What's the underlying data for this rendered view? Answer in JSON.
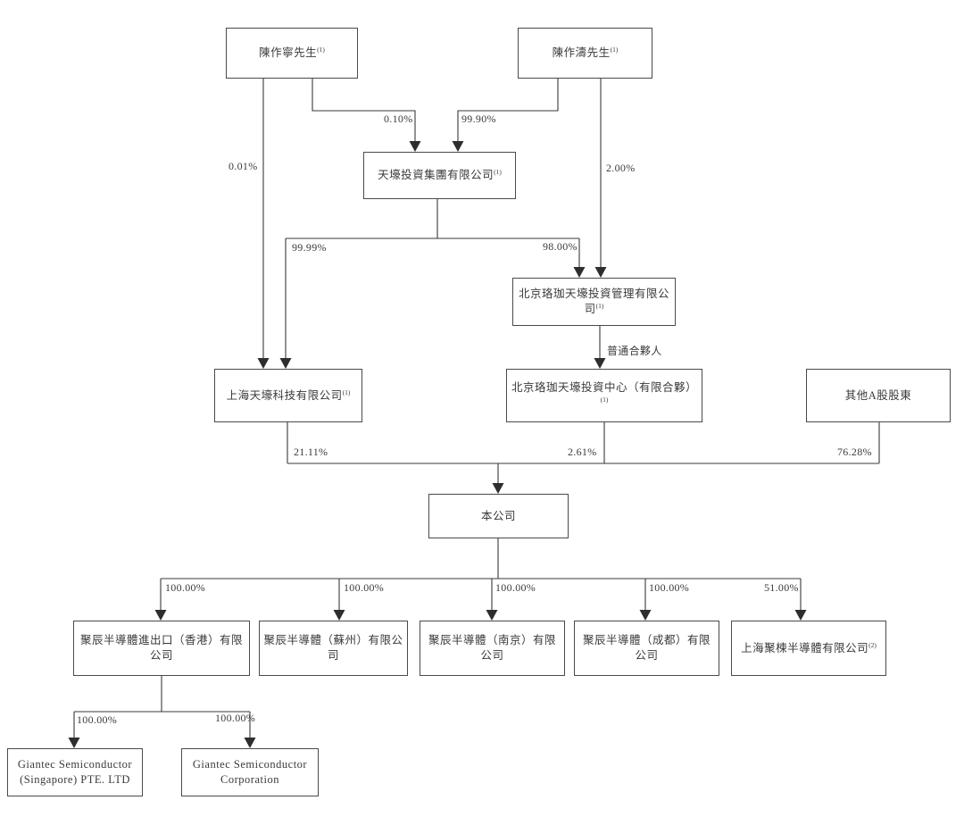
{
  "meta": {
    "background": "#ffffff",
    "line_color": "#3a3a3a",
    "box_border_color": "#4a4a4a",
    "text_color": "#333333"
  },
  "nodes": {
    "person_left": {
      "label": "陳作寧先生",
      "sup": "(1)"
    },
    "person_right": {
      "label": "陳作濤先生",
      "sup": "(1)"
    },
    "tianhao_group": {
      "label": "天壕投資集團有限公司",
      "sup": "(1)"
    },
    "luojia_mgmt": {
      "label": "北京珞珈天壕投資管理有限公司",
      "sup": "(1)"
    },
    "shanghai_tianhao": {
      "label": "上海天壕科技有限公司",
      "sup": "(1)"
    },
    "luojia_center": {
      "label": "北京珞珈天壕投資中心（有限合夥）",
      "sup": "(1)"
    },
    "other_a_share": {
      "label": "其他A股股東",
      "sup": ""
    },
    "the_company": {
      "label": "本公司",
      "sup": ""
    },
    "hk_import_export": {
      "label": "聚辰半導體進出口（香港）有限公司",
      "sup": ""
    },
    "suzhou": {
      "label": "聚辰半導體（蘇州）有限公司",
      "sup": ""
    },
    "nanjing": {
      "label": "聚辰半導體（南京）有限公司",
      "sup": ""
    },
    "chengdu": {
      "label": "聚辰半導體（成都）有限公司",
      "sup": ""
    },
    "shanghai_julian": {
      "label": "上海聚楝半導體有限公司",
      "sup": "(2)"
    },
    "giantec_singapore": {
      "line1": "Giantec Semiconductor",
      "line2": "(Singapore) PTE. LTD"
    },
    "giantec_corp": {
      "line1": "Giantec Semiconductor",
      "line2": "Corporation"
    }
  },
  "edges": {
    "pct_chen_ning_to_tech": "0.01%",
    "pct_chen_ning_to_group": "0.10%",
    "pct_chen_tao_to_group": "99.90%",
    "pct_chen_tao_to_mgmt": "2.00%",
    "pct_group_to_tech": "99.99%",
    "pct_group_to_mgmt": "98.00%",
    "gp_label": "普通合夥人",
    "pct_tech_to_company": "21.11%",
    "pct_center_to_company": "2.61%",
    "pct_other_to_company": "76.28%",
    "pct_to_hk": "100.00%",
    "pct_to_suzhou": "100.00%",
    "pct_to_nanjing": "100.00%",
    "pct_to_chengdu": "100.00%",
    "pct_to_julian": "51.00%",
    "pct_to_singapore": "100.00%",
    "pct_to_corp": "100.00%"
  }
}
